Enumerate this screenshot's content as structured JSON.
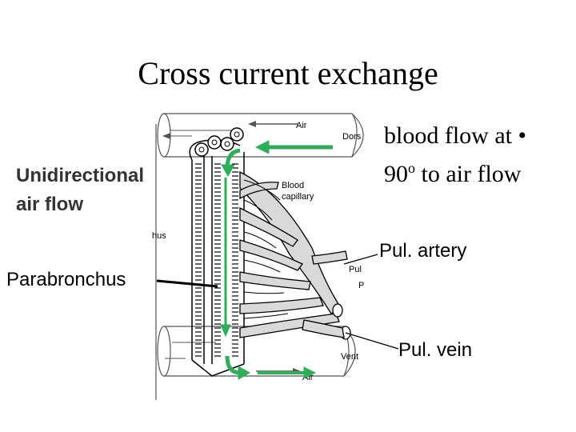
{
  "title": "Cross current exchange",
  "labels": {
    "unidirectional_line1": "Unidirectional",
    "unidirectional_line2": "air flow",
    "bloodflow_line1": "blood flow at  •",
    "bloodflow_line2_num": "90",
    "bloodflow_line2_sup": "o",
    "bloodflow_line2_rest": " to air flow",
    "parabronchus": "Parabronchus",
    "pul_artery": "Pul. artery",
    "pul_vein": "Pul. vein"
  },
  "diagram_text": {
    "air_top": "Air",
    "air_bottom": "Air",
    "dorsal": "Dors",
    "blood_capillary_1": "Blood",
    "blood_capillary_2": "capillary",
    "hus": "hus",
    "pul": "Pul",
    "p": "P",
    "vent": "Vent"
  },
  "colors": {
    "arrow_green": "#2fae5a",
    "line": "#000000",
    "vessel_fill": "#d9d9d9",
    "tube_stroke": "#555555"
  }
}
